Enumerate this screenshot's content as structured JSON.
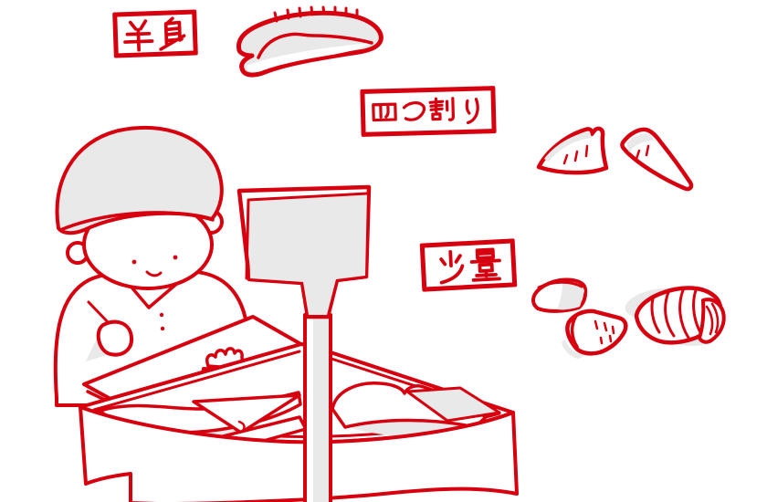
{
  "labels": {
    "half_body": "半身",
    "quartered": "四つ割り",
    "small_amount": "少量"
  },
  "colors": {
    "outline": "#d7000f",
    "shade": "#e9e9e9",
    "background": "#ffffff"
  }
}
